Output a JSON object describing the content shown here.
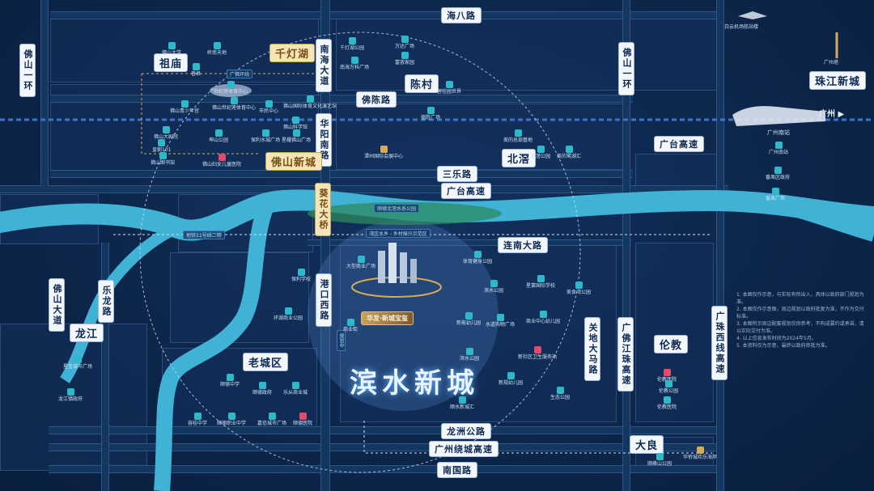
{
  "roads": {
    "haiba": "海八路",
    "foshan_1ring_left": "佛山一环",
    "foshan_1ring_right": "佛山一环",
    "nanhai_avenue": "南海大道",
    "fochen": "佛陈路",
    "huayang_south": "华阳南路",
    "sanle": "三乐路",
    "guangtai_mid": "广台高速",
    "guangtai_right": "广台高速",
    "kuihua_bridge": "葵花大桥",
    "lianan_avenue": "连南大路",
    "gangkou_west": "港口西路",
    "foshan_avenue": "佛山大道",
    "lelong": "乐龙路",
    "guandi_avenue": "关地大马路",
    "guangfo_jiangzhu": "广佛江珠高速",
    "guangzhu_west": "广珠西线高速",
    "longzhou": "龙洲公路",
    "guangzhou_ring": "广州绕城高速",
    "nanguo": "南国路"
  },
  "districts": {
    "zumiao": "祖庙",
    "qiandenghu": "千灯湖",
    "chencun": "陈村",
    "foshan_new_town": "佛山新城",
    "beijiao": "北滘",
    "longjiang": "龙江",
    "old_town": "老城区",
    "lunjiao": "伦教",
    "daliang": "大良",
    "zhujiang_new_town": "珠江新城",
    "guangzhou": "广州"
  },
  "labels": {
    "guangzhou_south_station": "广州南站",
    "baiyun_airport": "白云机场航站楼",
    "canton_tower": "广州塔",
    "binshui_new_town": "滨水新城",
    "project_badge": "华发·新城宝玺",
    "metro_line11": "地铁11号线二期",
    "airport_line": "广佛环线",
    "yellow_tag": "规划中",
    "ring_text_1": "顺德北滘水系公园",
    "ring_text_2": "湾区水乡 · 乡村振兴示范区"
  },
  "pois": [
    {
      "id": "p1",
      "name": "佛山大学",
      "type": "blue"
    },
    {
      "id": "p2",
      "name": "岭南天地",
      "type": "blue"
    },
    {
      "id": "p3",
      "name": "普君",
      "type": "blue"
    },
    {
      "id": "p4",
      "name": "世纪莲体育中心",
      "type": "blue"
    },
    {
      "id": "p5",
      "name": "佛山青少年宫",
      "type": "blue"
    },
    {
      "id": "p6",
      "name": "佛山世纪莲体育中心",
      "type": "blue"
    },
    {
      "id": "p7",
      "name": "市民中心",
      "type": "blue"
    },
    {
      "id": "p8",
      "name": "佛山国际体育文化演艺馆",
      "type": "blue"
    },
    {
      "id": "p9",
      "name": "佛山大剧院",
      "type": "blue"
    },
    {
      "id": "p10",
      "name": "坤山公园",
      "type": "blue"
    },
    {
      "id": "p11",
      "name": "保利水城广场",
      "type": "blue"
    },
    {
      "id": "p12",
      "name": "星耀佛山广场",
      "type": "blue"
    },
    {
      "id": "p13",
      "name": "皇朝101",
      "type": "blue"
    },
    {
      "id": "p14",
      "name": "佛山图书馆",
      "type": "blue"
    },
    {
      "id": "p15",
      "name": "佛山妇女儿童医院",
      "type": "red"
    },
    {
      "id": "p16",
      "name": "佛山科学馆",
      "type": "blue"
    },
    {
      "id": "p17",
      "name": "千灯湖公园",
      "type": "blue"
    },
    {
      "id": "p18",
      "name": "南海万科广场",
      "type": "blue"
    },
    {
      "id": "p19",
      "name": "万达广场",
      "type": "blue"
    },
    {
      "id": "p20",
      "name": "富荟家园",
      "type": "blue"
    },
    {
      "id": "p21",
      "name": "碧桂园世界",
      "type": "blue"
    },
    {
      "id": "p22",
      "name": "德胜广场",
      "type": "blue"
    },
    {
      "id": "p23",
      "name": "潭州国际会展中心",
      "type": "gold"
    },
    {
      "id": "p24",
      "name": "美的总部基地",
      "type": "blue"
    },
    {
      "id": "p25",
      "name": "北滘公园",
      "type": "blue"
    },
    {
      "id": "p26",
      "name": "美的鹭湖汇",
      "type": "blue"
    },
    {
      "id": "p27",
      "name": "番禺区政府",
      "type": "blue"
    },
    {
      "id": "p28",
      "name": "番禺广场",
      "type": "blue"
    },
    {
      "id": "p29",
      "name": "广州南站",
      "type": "blue"
    },
    {
      "id": "p30",
      "name": "大型商业广场",
      "type": "blue"
    },
    {
      "id": "p31",
      "name": "体育健身公园",
      "type": "blue"
    },
    {
      "id": "p32",
      "name": "滨水公园",
      "type": "blue"
    },
    {
      "id": "p33",
      "name": "星寰国际学校",
      "type": "blue"
    },
    {
      "id": "p34",
      "name": "美食湾公园",
      "type": "blue"
    },
    {
      "id": "p35",
      "name": "新能幼儿园",
      "type": "blue"
    },
    {
      "id": "p36",
      "name": "水道购物广场",
      "type": "blue"
    },
    {
      "id": "p37",
      "name": "商业中心幼儿园",
      "type": "blue"
    },
    {
      "id": "p38",
      "name": "商业街",
      "type": "blue"
    },
    {
      "id": "p39",
      "name": "滨水公园",
      "type": "blue"
    },
    {
      "id": "p40",
      "name": "新社区卫生服务站",
      "type": "red"
    },
    {
      "id": "p41",
      "name": "新规幼儿园",
      "type": "blue"
    },
    {
      "id": "p42",
      "name": "生态公园",
      "type": "blue"
    },
    {
      "id": "p43",
      "name": "顺水新城汇",
      "type": "blue"
    },
    {
      "id": "p44",
      "name": "保利学校",
      "type": "blue"
    },
    {
      "id": "p45",
      "name": "环湖商业公园",
      "type": "blue"
    },
    {
      "id": "p46",
      "name": "星宝城市广场",
      "type": "blue"
    },
    {
      "id": "p47",
      "name": "龙江镇政府",
      "type": "blue"
    },
    {
      "id": "p48",
      "name": "顺德中学",
      "type": "blue"
    },
    {
      "id": "p49",
      "name": "顺德政府",
      "type": "blue"
    },
    {
      "id": "p50",
      "name": "乐从商业城",
      "type": "blue"
    },
    {
      "id": "p51",
      "name": "顺德医院",
      "type": "red"
    },
    {
      "id": "p52",
      "name": "容桂中学",
      "type": "blue"
    },
    {
      "id": "p53",
      "name": "顺德职业中学",
      "type": "blue"
    },
    {
      "id": "p54",
      "name": "嘉信城市广场",
      "type": "blue"
    },
    {
      "id": "p55",
      "name": "伦教医院",
      "type": "red"
    },
    {
      "id": "p56",
      "name": "伦教医院",
      "type": "blue"
    },
    {
      "id": "p57",
      "name": "伦教公园",
      "type": "blue"
    },
    {
      "id": "p58",
      "name": "顺峰山公园",
      "type": "blue"
    },
    {
      "id": "p59",
      "name": "华侨城欢乐海岸",
      "type": "gold"
    }
  ],
  "notes": [
    "1. 本图仅作示意，与实际有所出入，具体以政府部门规划为准。",
    "2. 本图仅作示意图，周边规划以政府批复为准，不作为交付标准。",
    "3. 本图所示周边配套规划仅供参考，不构成要约或承诺，请以实际交付为准。",
    "4. 以上信息发布时间为2024年5月。",
    "5. 本资料仅为示意，最终以政府审批为准。"
  ],
  "colors": {
    "background": "#0c2447",
    "river": "#3fb2d6",
    "road": "#14375f",
    "ring": "#cfe0f5",
    "gold": "#d7aa55"
  }
}
